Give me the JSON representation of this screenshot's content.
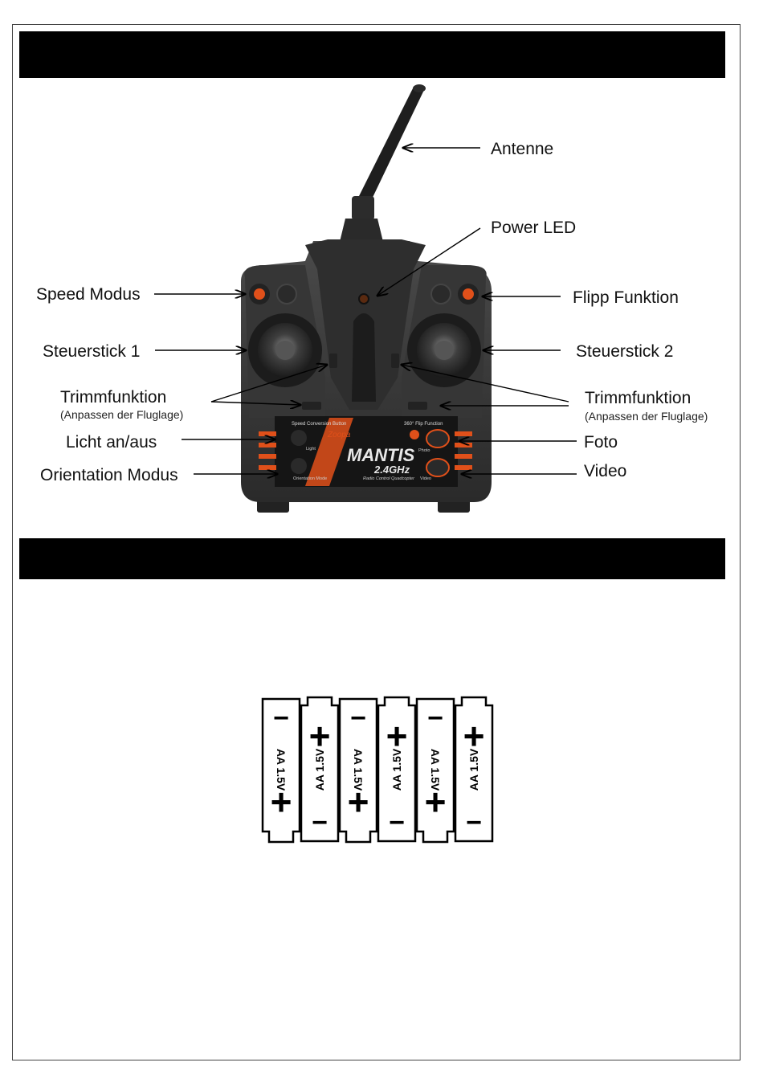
{
  "labels": {
    "antenne": "Antenne",
    "power_led": "Power LED",
    "speed_modus": "Speed Modus",
    "flipp_funktion": "Flipp Funktion",
    "steuerstick_1": "Steuerstick 1",
    "steuerstick_2": "Steuerstick 2",
    "trimm_left": "Trimmfunktion",
    "trimm_left_sub": "(Anpassen der Fluglage)",
    "trimm_right": "Trimmfunktion",
    "trimm_right_sub": "(Anpassen der Fluglage)",
    "licht": "Licht an/aus",
    "foto": "Foto",
    "orientation": "Orientation Modus",
    "video": "Video"
  },
  "controller": {
    "brand": "Zoopa",
    "model": "MANTIS",
    "frequency": "2.4GHz",
    "tagline": "Radio Control Quadcopter",
    "speed_button_label": "Speed Conversion Button",
    "flip_label": "360° Flip Function",
    "light_label": "Light",
    "orientation_label": "Orientation Mode",
    "photo_label": "Photo",
    "video_label": "Video",
    "colors": {
      "body": "#3a3a3a",
      "accent": "#e0501a",
      "panel": "#151515"
    }
  },
  "batteries": {
    "count": 6,
    "label": "AA 1.5V",
    "plus": "+",
    "minus": "−"
  }
}
